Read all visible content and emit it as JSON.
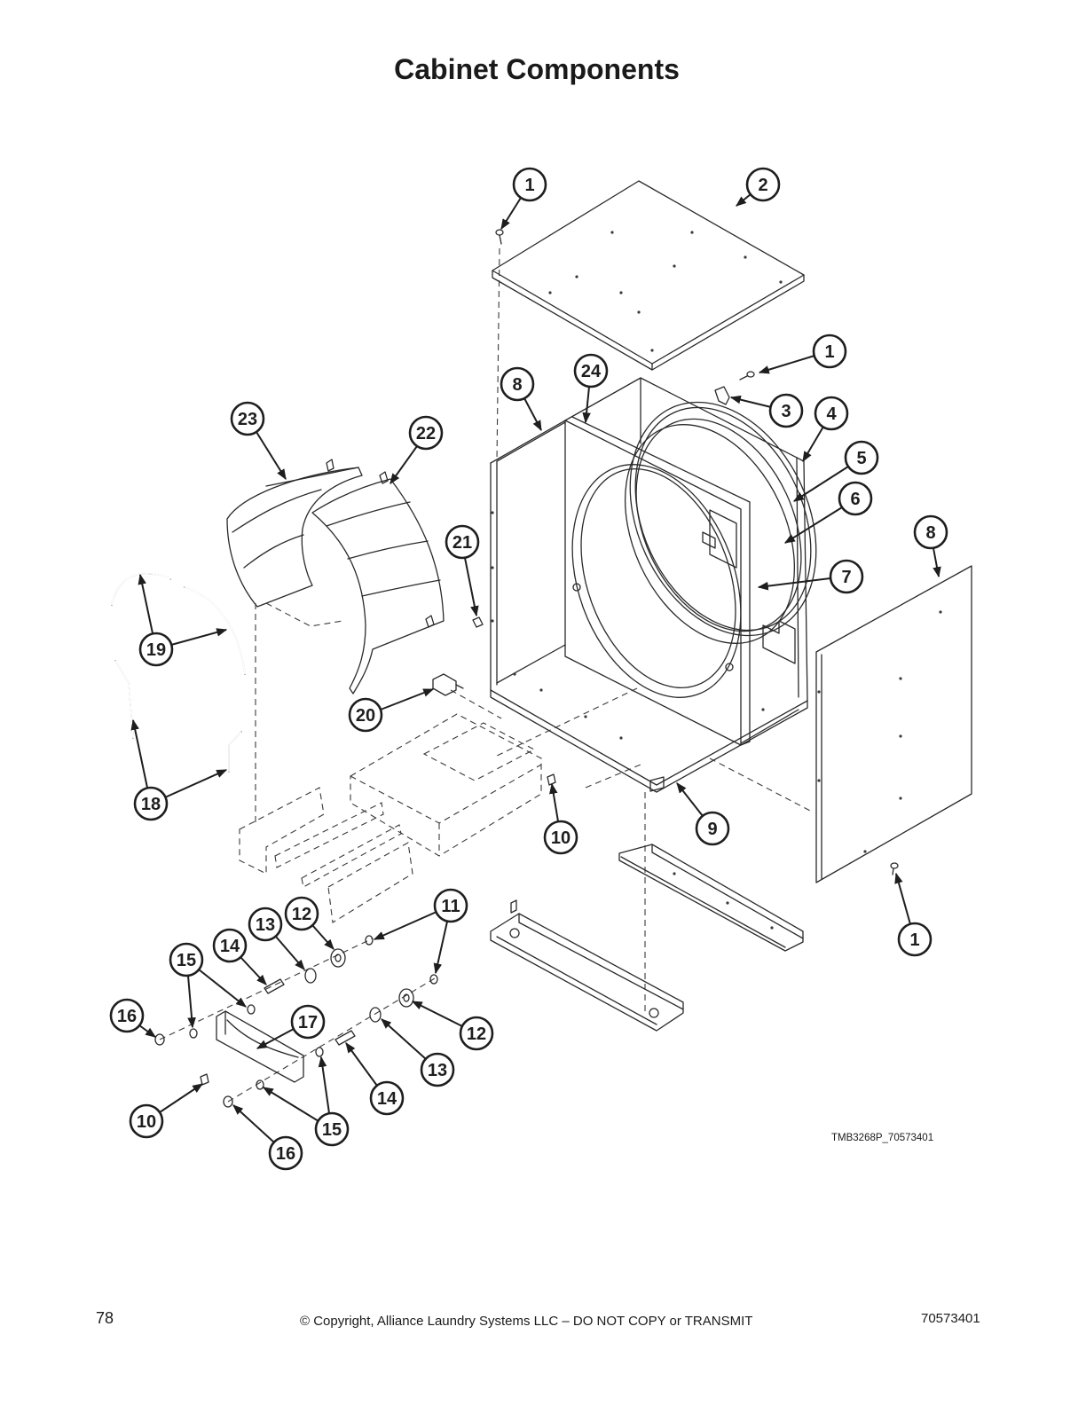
{
  "page": {
    "title": "Cabinet Components",
    "figure_id": "TMB3268P_70573401"
  },
  "callouts": [
    "1",
    "2",
    "1",
    "8",
    "24",
    "3",
    "4",
    "23",
    "22",
    "5",
    "6",
    "8",
    "21",
    "7",
    "19",
    "20",
    "18",
    "9",
    "10",
    "11",
    "12",
    "13",
    "14",
    "15",
    "1",
    "16",
    "17",
    "12",
    "13",
    "14",
    "10",
    "15",
    "16"
  ],
  "footer": {
    "page_number": "78",
    "copyright": "© Copyright, Alliance Laundry Systems LLC – DO NOT COPY or TRANSMIT",
    "doc_number": "70573401"
  }
}
